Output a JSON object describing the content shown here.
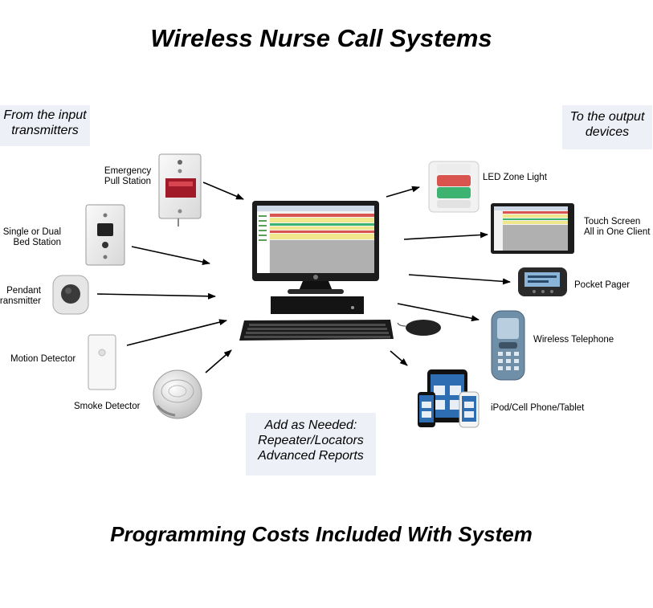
{
  "title": "Wireless Nurse Call Systems",
  "footer": "Programming Costs Included With System",
  "inputs_box": {
    "line1": "From the input",
    "line2": "transmitters"
  },
  "outputs_box": {
    "line1": "To the output",
    "line2": "devices"
  },
  "addons_box": {
    "line1": "Add as Needed:",
    "line2": "Repeater/Locators",
    "line3": "Advanced Reports"
  },
  "inputs": {
    "pull_station": {
      "line1": "Emergency",
      "line2": "Pull Station"
    },
    "bed_station": {
      "line1": "Single or Dual",
      "line2": "Bed Station"
    },
    "pendant": {
      "line1": "Pendant",
      "line2": "transmitter"
    },
    "motion": {
      "label": "Motion Detector"
    },
    "smoke": {
      "label": "Smoke Detector"
    }
  },
  "outputs": {
    "zone_light": {
      "label": "LED Zone Light"
    },
    "touch_screen": {
      "line1": "Touch Screen",
      "line2": "All in One Client"
    },
    "pager": {
      "label": "Pocket Pager"
    },
    "phone": {
      "label": "Wireless Telephone"
    },
    "mobile": {
      "label": "iPod/Cell Phone/Tablet"
    }
  },
  "colors": {
    "arrow": "#000000",
    "box_shade": "#eef0f7",
    "monitor": "#1c1c1c",
    "zone_red": "#d9534f",
    "zone_green": "#3cb371"
  }
}
